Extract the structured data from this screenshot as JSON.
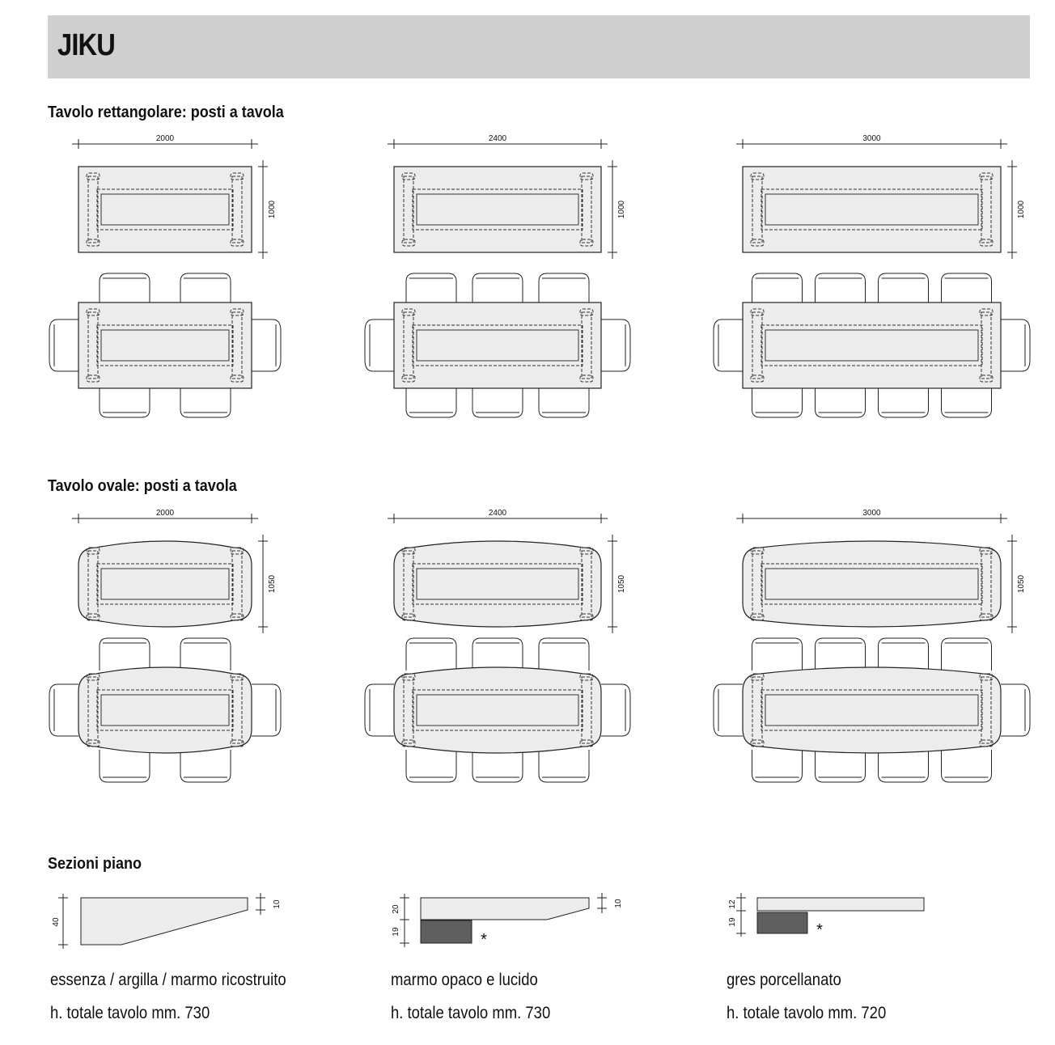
{
  "header": {
    "title": "JIKU"
  },
  "sections": {
    "rect_title": "Tavolo rettangolare: posti a tavola",
    "oval_title": "Tavolo ovale: posti a tavola",
    "sezioni_title": "Sezioni piano"
  },
  "rect_tables": [
    {
      "length": "2000",
      "width": "1000",
      "chairs_per_side": 2
    },
    {
      "length": "2400",
      "width": "1000",
      "chairs_per_side": 3
    },
    {
      "length": "3000",
      "width": "1000",
      "chairs_per_side": 4
    }
  ],
  "oval_tables": [
    {
      "length": "2000",
      "width": "1050",
      "chairs_per_side": 2
    },
    {
      "length": "2400",
      "width": "1050",
      "chairs_per_side": 3
    },
    {
      "length": "3000",
      "width": "1050",
      "chairs_per_side": 4
    }
  ],
  "sections_piano": [
    {
      "material": "essenza / argilla / marmo ricostruito",
      "height": "h. totale tavolo mm. 730",
      "dim_total": "40",
      "dim_edge": "10"
    },
    {
      "material": "marmo opaco e lucido",
      "height": "h. totale tavolo mm. 730",
      "dim_top": "20",
      "dim_base": "19",
      "dim_edge": "10",
      "mark": "*"
    },
    {
      "material": "gres porcellanato",
      "height": "h. totale tavolo mm. 720",
      "dim_top": "12",
      "dim_base": "19",
      "mark": "*"
    }
  ],
  "colors": {
    "header_bg": "#cfcfcf",
    "table_fill": "#ececec",
    "dark_block": "#5f5f5f",
    "line": "#222222"
  }
}
